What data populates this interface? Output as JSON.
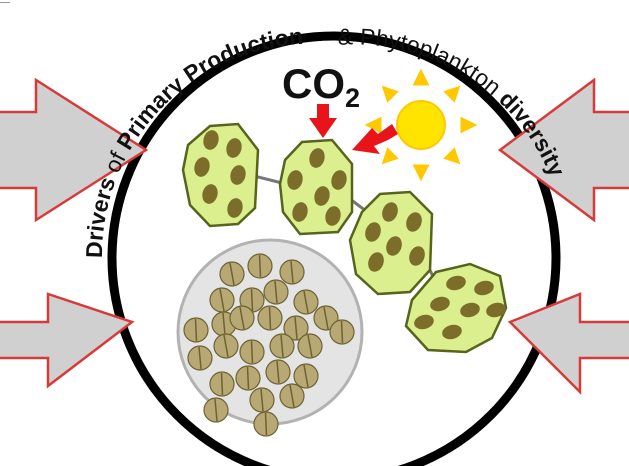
{
  "title": {
    "drivers": "Drivers",
    "of": " of ",
    "primary_production": "Primary Production",
    "amp": " & ",
    "phytoplankton": "Phytoplankton",
    "diversity": " diversity"
  },
  "co2": {
    "base": "CO",
    "subscript": "2"
  },
  "colors": {
    "ring": "#000000",
    "arrow_fill": "#d0d0d0",
    "arrow_stroke": "#d83a3a",
    "red_arrow": "#e8141a",
    "sun": "#ffe400",
    "sun_rays": "#ffc800",
    "cell_fill": "#dcef8e",
    "cell_stroke": "#58631c",
    "nucleus": "#7c6e2a",
    "chain": "#777777",
    "cluster_fill": "#e4e4e4",
    "cluster_stroke": "#b2b2b2",
    "disc_fill": "#b8a974",
    "disc_stroke": "#6c6232"
  },
  "icons": [
    "sun-icon",
    "co2-arrow-icon",
    "light-arrow-icon",
    "driver-arrow-icon"
  ]
}
